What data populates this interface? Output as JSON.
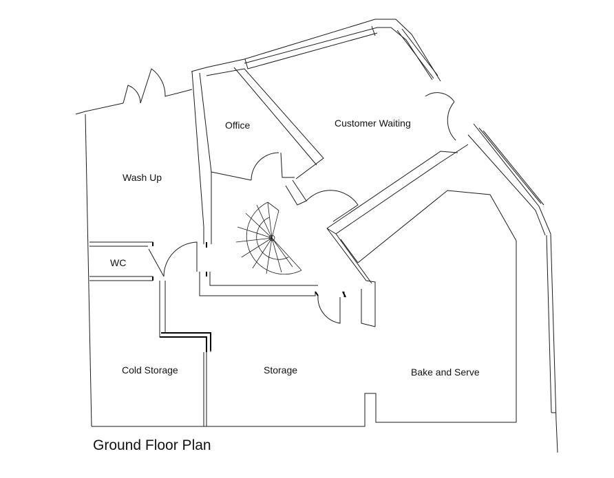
{
  "title": "Ground Floor Plan",
  "rooms": [
    {
      "id": "office",
      "label": "Office"
    },
    {
      "id": "customer-waiting",
      "label": "Customer Waiting"
    },
    {
      "id": "wash-up",
      "label": "Wash Up"
    },
    {
      "id": "wc",
      "label": "WC"
    },
    {
      "id": "cold-storage",
      "label": "Cold Storage"
    },
    {
      "id": "storage",
      "label": "Storage"
    },
    {
      "id": "bake-and-serve",
      "label": "Bake and Serve"
    }
  ],
  "colors": {
    "line": "#1a1a1a",
    "background": "#ffffff"
  }
}
